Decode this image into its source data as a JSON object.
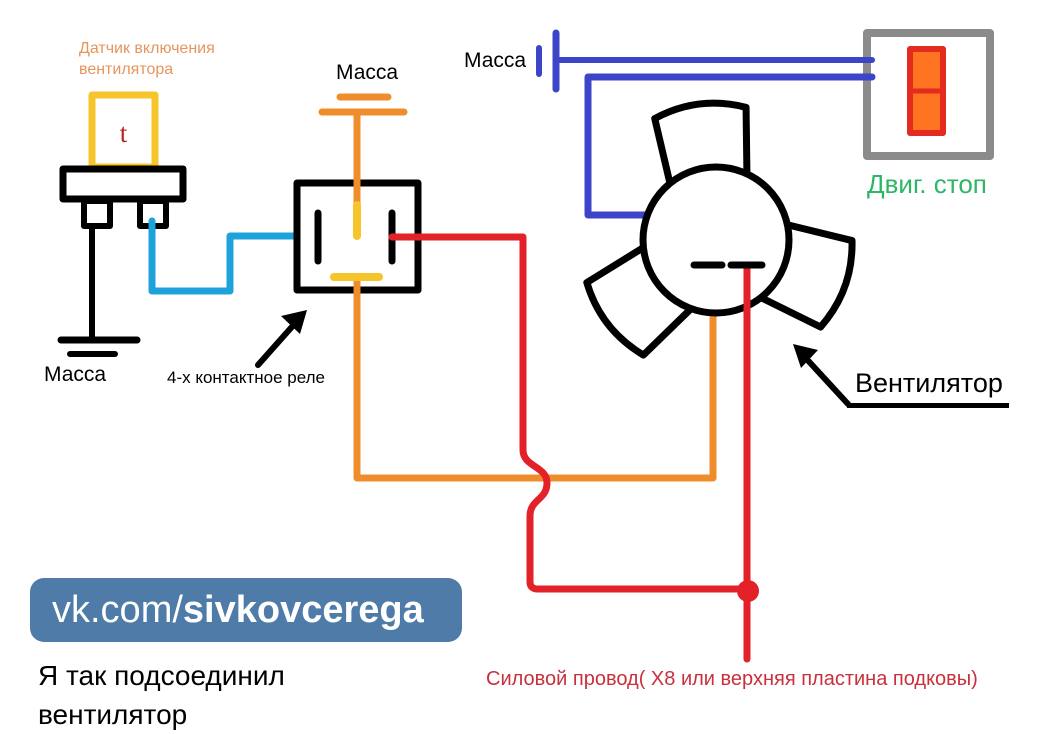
{
  "colors": {
    "ink": "#000000",
    "wire-cyan": "#1ea2dc",
    "wire-blue": "#3c45c8",
    "wire-orange": "#ef8d2d",
    "wire-yellow": "#f6c52b",
    "wire-red": "#e32129",
    "gray-box": "#8b8b8b",
    "fuse-fill": "#fe7420",
    "fuse-stroke": "#e52a20",
    "sensor-label": "#e8945f",
    "t-red": "#b3271d",
    "green-text": "#2eb566",
    "red-text": "#c9303c",
    "vk-blue": "#4e7ba7"
  },
  "labels": {
    "sensor_line1": "Датчик включения",
    "sensor_line2": "вентилятора",
    "sensor_t": "t",
    "ground_sensor": "Масса",
    "ground_relay": "Масса",
    "ground_fan": "Масса",
    "relay": "4-х контактное реле",
    "fan": "Вентилятор",
    "engine_stop": "Двиг. стоп",
    "power_wire": "Силовой провод( Х8 или верхняя пластина подковы)"
  },
  "watermark": {
    "prefix": "vk.com/",
    "name": "sivkovcerega"
  },
  "caption": {
    "line1": "Я так подсоединил",
    "line2": "вентилятор"
  }
}
